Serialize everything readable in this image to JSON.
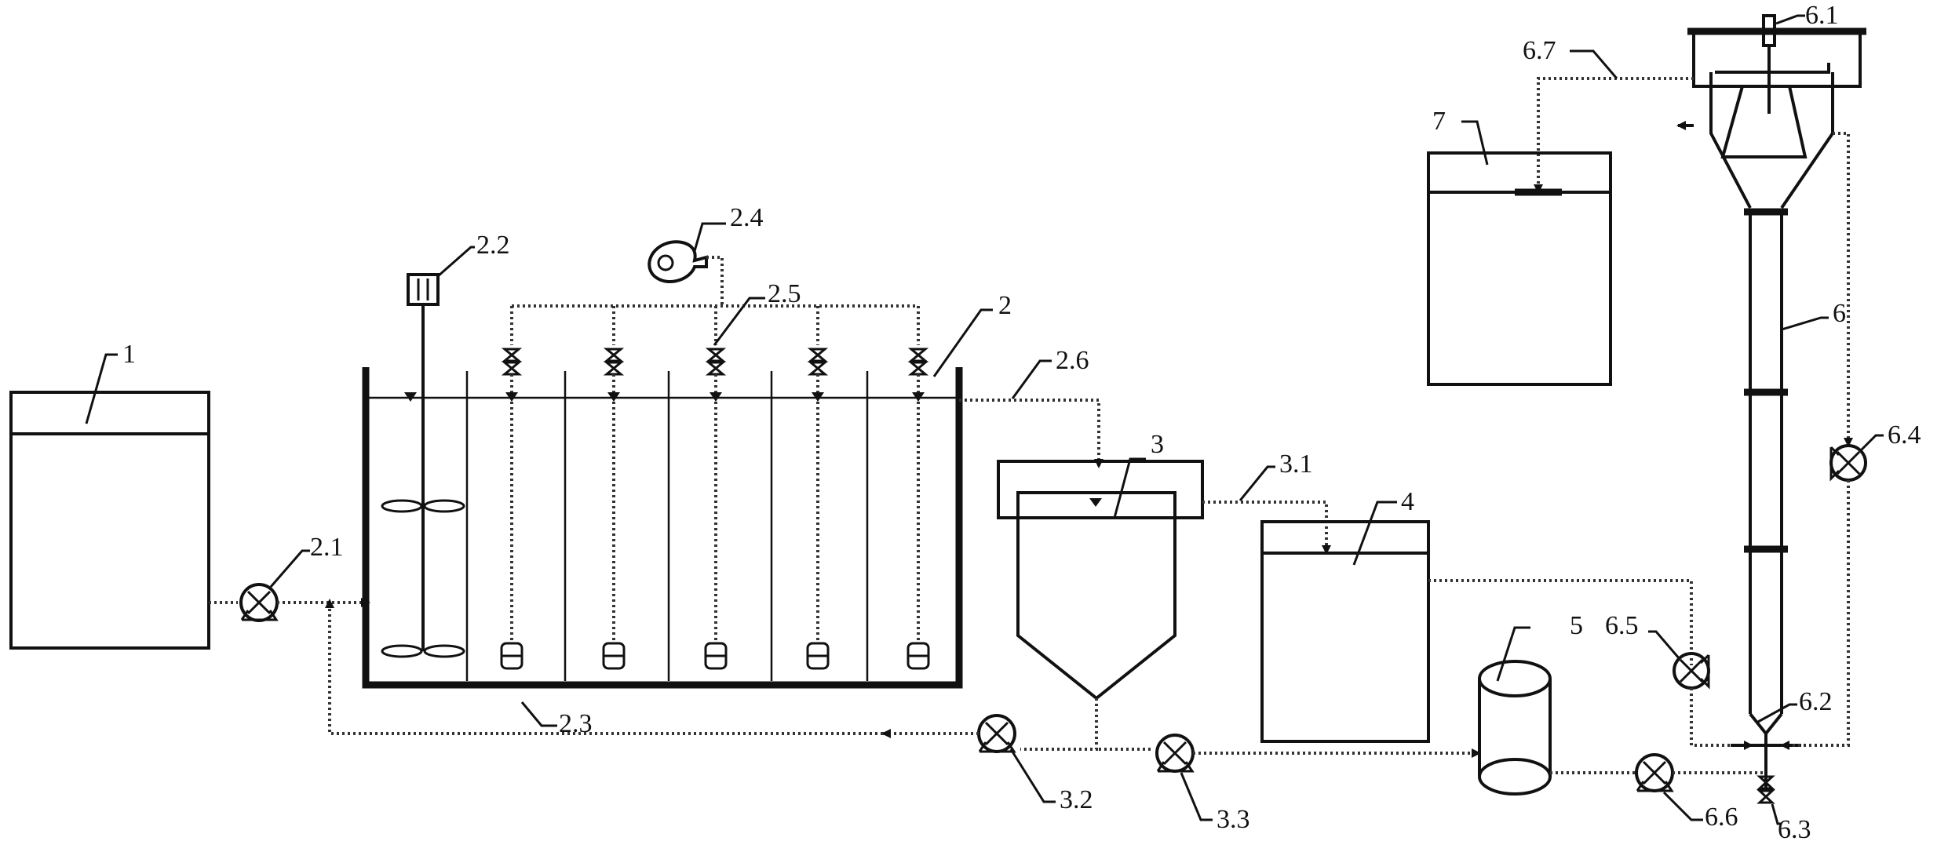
{
  "labels": {
    "tank_1": "1",
    "reactor_2": "2",
    "pump_2_1": "2.1",
    "mixer_2_2": "2.2",
    "diffuser_2_3": "2.3",
    "blower_2_4": "2.4",
    "valve_2_5": "2.5",
    "pipe_2_6": "2.6",
    "settler_3": "3",
    "pipe_3_1": "3.1",
    "pump_3_2": "3.2",
    "pump_3_3": "3.3",
    "tank_4": "4",
    "vessel_5": "5",
    "column_6": "6",
    "motor_6_1": "6.1",
    "inlet_6_2": "6.2",
    "valve_6_3": "6.3",
    "pump_6_4": "6.4",
    "pump_6_5": "6.5",
    "pump_6_6": "6.6",
    "pipe_6_7": "6.7",
    "tank_7": "7"
  },
  "colors": {
    "line": "#111111",
    "dotted_line": "#333333",
    "background": "#ffffff"
  }
}
